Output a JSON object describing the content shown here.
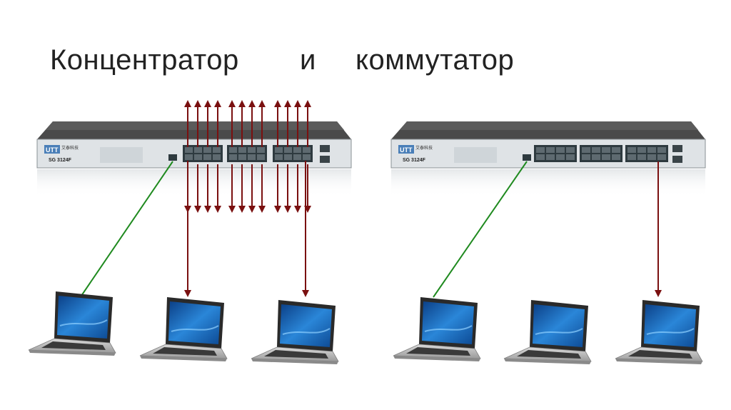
{
  "title": {
    "word_hub": "Концентратор",
    "word_and": "и",
    "word_switch": "коммутатор"
  },
  "devices": {
    "left_switch": {
      "brand": "UTT",
      "brand_cn": "艾泰科技",
      "model": "SG 3124F"
    },
    "right_switch": {
      "brand": "UTT",
      "brand_cn": "艾泰科技",
      "model": "SG 3124F"
    }
  },
  "colors": {
    "green_link": "#1f8a1f",
    "red_link": "#7a1010",
    "switch_body": "#3a3a3a",
    "switch_panel": "#dfe3e6",
    "port": "#2e3a3f",
    "screen": "#1f6fc0"
  },
  "icons": [
    "network-switch-icon",
    "laptop-icon",
    "arrow-icon"
  ]
}
